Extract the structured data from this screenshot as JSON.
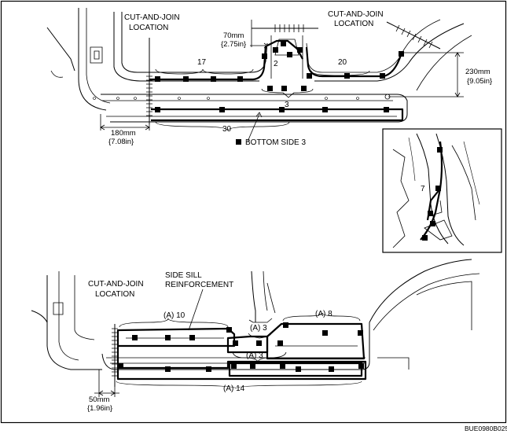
{
  "top_view": {
    "cut_join_left": [
      "CUT-AND-JOIN",
      "LOCATION"
    ],
    "cut_join_right": [
      "CUT-AND-JOIN",
      "LOCATION"
    ],
    "dim_70": [
      "70mm",
      "{2.75in}"
    ],
    "dim_230": [
      "230mm",
      "{9.05in}"
    ],
    "dim_180": [
      "180mm",
      "{7.08in}"
    ],
    "counts": {
      "c17": "17",
      "c20": "20",
      "c2": "2",
      "c3": "3",
      "c30": "30"
    },
    "legend_text": "BOTTOM SIDE 3"
  },
  "inset": {
    "count": "7"
  },
  "bottom_view": {
    "cut_join": [
      "CUT-AND-JOIN",
      "LOCATION"
    ],
    "reinforcement": [
      "SIDE SILL",
      "REINFORCEMENT"
    ],
    "dim_50": [
      "50mm",
      "{1.96in}"
    ],
    "counts": {
      "a10": "(A) 10",
      "a3_upper": "(A) 3",
      "a3_lower": "(A) 3",
      "a8": "(A) 8",
      "a14": "(A) 14"
    }
  },
  "figure_code": "BUE0980B025"
}
